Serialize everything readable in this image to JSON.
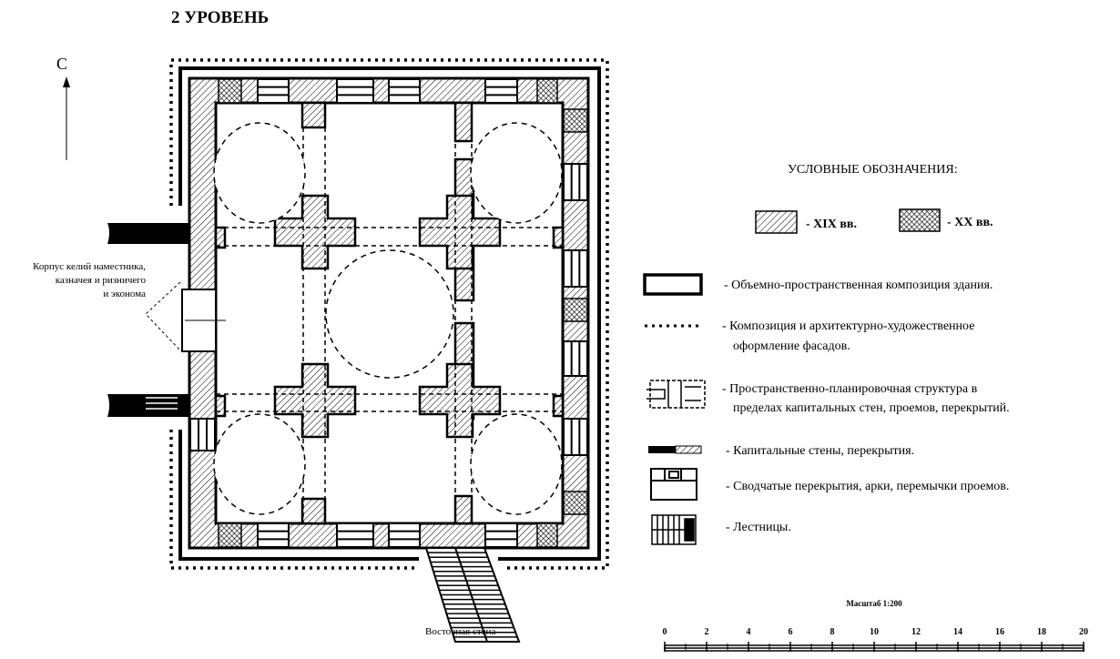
{
  "title": "2 УРОВЕНЬ",
  "north_label": "С",
  "annex_label": [
    "Корпус келий наместника,",
    "казначея и ризничего",
    "и эконома"
  ],
  "bottom_label": "Восточная стена",
  "legend": {
    "heading": "УСЛОВНЫЕ ОБОЗНАЧЕНИЯ:",
    "periods": [
      {
        "label": "- XIX вв.",
        "pattern": "hatch"
      },
      {
        "label": "- XX вв.",
        "pattern": "crosshatch"
      }
    ],
    "items": [
      {
        "icon": "solid-outline-box-icon",
        "lines": [
          "- Объемно-пространственная композиция здания."
        ]
      },
      {
        "icon": "dotted-line-icon",
        "lines": [
          "- Композиция и архитектурно-художественное",
          "оформление фасадов."
        ]
      },
      {
        "icon": "plan-structure-icon",
        "lines": [
          "- Пространственно-планировочная структура  в",
          "пределах капитальных стен,  проемов,  перекрытий."
        ]
      },
      {
        "icon": "capital-wall-icon",
        "lines": [
          "- Капитальные стены, перекрытия."
        ]
      },
      {
        "icon": "vault-icon",
        "lines": [
          "- Сводчатые перекрытия, арки, перемычки проемов."
        ]
      },
      {
        "icon": "stairs-icon",
        "lines": [
          "- Лестницы."
        ]
      }
    ]
  },
  "scale": {
    "title": "Масштаб 1:200",
    "ticks": [
      "0",
      "2",
      "4",
      "6",
      "8",
      "10",
      "12",
      "14",
      "16",
      "18",
      "20"
    ]
  }
}
